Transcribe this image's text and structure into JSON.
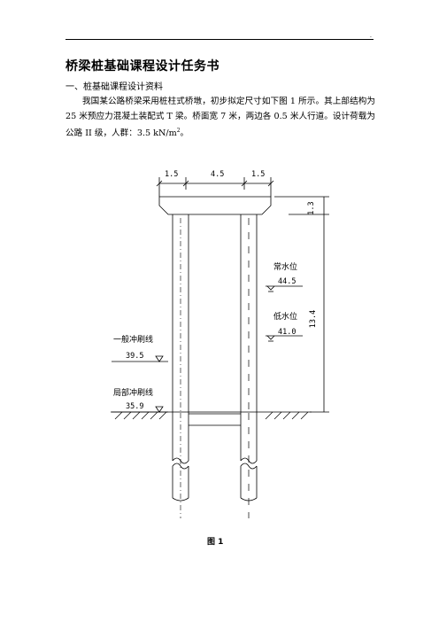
{
  "header": {
    "mark": "."
  },
  "title": "桥梁桩基础课程设计任务书",
  "section": "一、桩基础课程设计资料",
  "paragraph": {
    "text": "我国某公路桥梁采用桩柱式桥墩，初步拟定尺寸如下图 1 所示。其上部结构为 25 米预应力混凝土装配式 T 梁。桥面宽 7 米，两边各 0.5 米人行道。设计荷载为公路 II 级，人群：3.5 kN/m",
    "sup": "2",
    "end": "。"
  },
  "figure": {
    "dim_left": "1.5",
    "dim_mid": "4.5",
    "dim_right": "1.5",
    "dim_cap": "1.3",
    "dim_total": "13.4",
    "normal_water_label": "常水位",
    "normal_water_elev": "44.5",
    "low_water_label": "低水位",
    "low_water_elev": "41.0",
    "general_scour_label": "一般冲刷线",
    "general_scour_elev": "39.5",
    "local_scour_label": "局部冲刷线",
    "local_scour_elev": "35.9",
    "caption": "图 1"
  }
}
